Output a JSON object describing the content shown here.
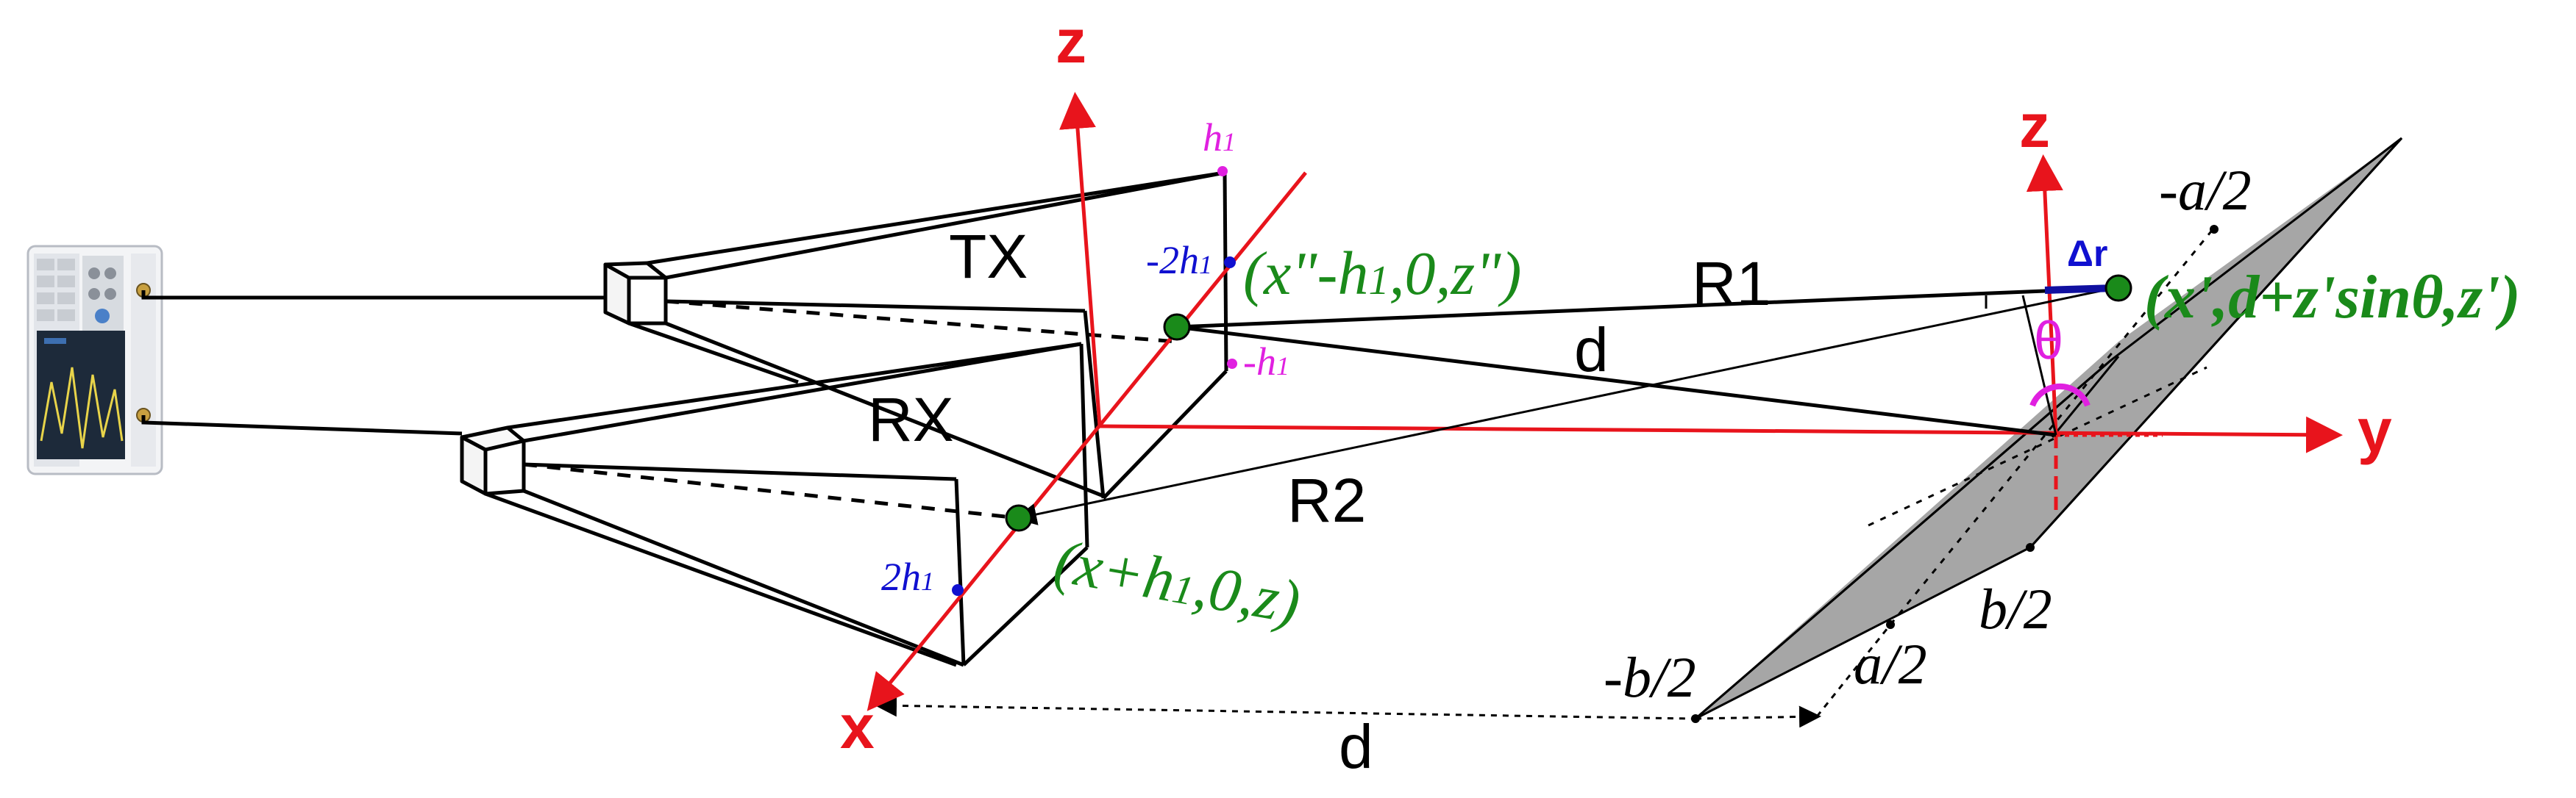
{
  "axes": {
    "z_main": "z",
    "z_target": "z",
    "x": "x",
    "y": "y"
  },
  "antennas": {
    "tx": "TX",
    "rx": "RX"
  },
  "ranges": {
    "r1": "R1",
    "r2": "R2",
    "d_center": "d",
    "d_bottom": "d",
    "delta_r": "Δr"
  },
  "aperture_marks": {
    "h1": "h",
    "h1_sub": "1",
    "minus_2h1": "-2h",
    "minus_2h1_sub": "1",
    "minus_h1": "-h",
    "minus_h1_sub": "1",
    "two_h1": "2h",
    "two_h1_sub": "1"
  },
  "coordinates": {
    "tx_point_a": "(x\"-h",
    "tx_point_sub": "1",
    "tx_point_b": ",0,z\")",
    "rx_point_a": "(x+h",
    "rx_point_sub": "1",
    "rx_point_b": ",0,z)",
    "target_point": "(x',d+z'sinθ,z')"
  },
  "plate_marks": {
    "minus_a_half": "-a/2",
    "a_half": "a/2",
    "b_half": "b/2",
    "minus_b_half": "-b/2",
    "theta": "θ"
  },
  "colors": {
    "axis": "#e8141c",
    "green": "#1a8a1a",
    "blue": "#1010d0",
    "magenta": "#e020e0",
    "plate": "#a6a6a6",
    "line": "#000000"
  }
}
